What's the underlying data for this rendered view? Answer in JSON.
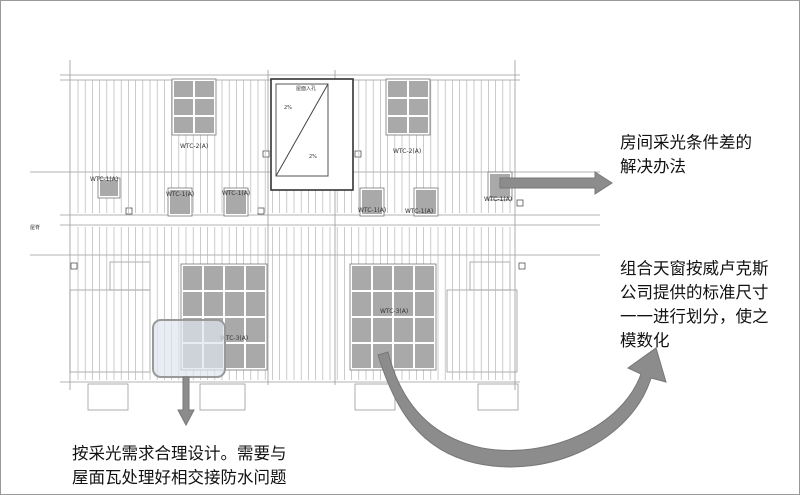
{
  "plan": {
    "window_labels": [
      "WTC-2(A)",
      "WTC-2(A)",
      "WTC-1(A)",
      "WTC-1(A)",
      "WTC-1(A)",
      "WTC-1(A)",
      "WTC-1(A)",
      "WTC-1(A)",
      "WTC-3(A)",
      "WTC-3(A)"
    ],
    "left_tag": "屋脊",
    "stair_tag": "屋面入孔",
    "room_tags": [
      "2%",
      "2%"
    ]
  },
  "annotations": {
    "top": {
      "lines": [
        "房间采光条件差的",
        "解决办法"
      ]
    },
    "right": {
      "lines": [
        "组合天窗按威卢克斯",
        "公司提供的标准尺寸",
        "一一进行划分，使之",
        "模数化"
      ]
    },
    "bottom": {
      "lines": [
        "按采光需求合理设计。需要与",
        "屋面瓦处理好相交接防水问题"
      ]
    }
  },
  "colors": {
    "window_fill": "#a9a9a9",
    "arrow_fill": "#8c8c8c",
    "highlight_fill": "#dde6ee",
    "line": "#888888"
  }
}
